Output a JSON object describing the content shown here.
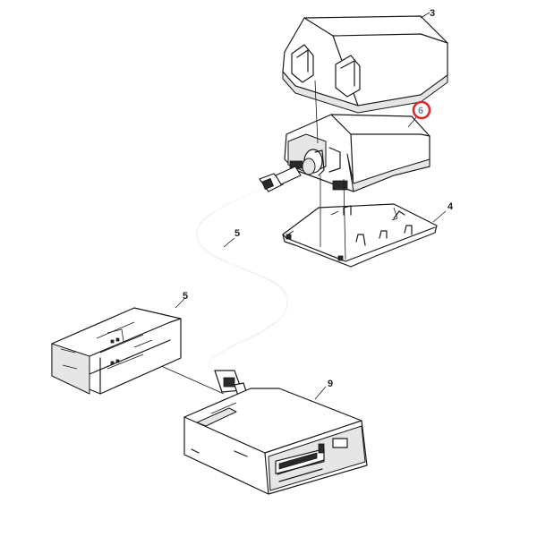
{
  "callouts": {
    "c3": "3",
    "c4": "4",
    "c5a": "5",
    "c5b": "5",
    "c6": "6",
    "c9": "9"
  },
  "highlight": {
    "target": "6",
    "color": "#e0262b"
  }
}
